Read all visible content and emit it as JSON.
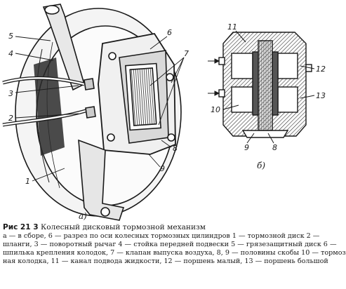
{
  "figure": {
    "subfig_a": "а)",
    "subfig_b": "б)",
    "callouts_a": [
      "5",
      "4",
      "3",
      "2",
      "1",
      "6",
      "7",
      "8",
      "9"
    ],
    "callouts_b": [
      "11",
      "12",
      "13",
      "10",
      "9",
      "8"
    ]
  },
  "caption": {
    "fig_label": "Рис",
    "fig_number": "21 3",
    "title": "Колесный дисковый тормозной механизм",
    "lines": [
      "а — в сборе, 6 — разрез по оси колесных тормозных цилиндров 1 — тормозной диск 2 —",
      "шланги, 3 — поворотный рычаг 4 — стойка передней подвески 5 — грязезащитный диск 6 —",
      "шпилька крепления колодок, 7 — клапан выпуска воздуха, 8, 9 — половины скобы 10 — тормоз",
      "ная колодка, 11 — канал подвода жидкости, 12 — поршень малый, 13 — поршень большой"
    ]
  }
}
